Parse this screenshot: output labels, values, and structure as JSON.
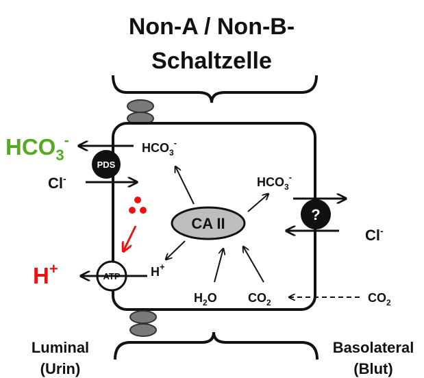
{
  "title": {
    "line1": "Non-A / Non-B-",
    "line2": "Schaltzelle"
  },
  "transporters": {
    "pds": "PDS",
    "atp": "ATP",
    "unknown": "?"
  },
  "enzyme": "CA II",
  "labels": {
    "hco3_base": "HCO",
    "sub3": "3",
    "minus": "-",
    "plus": "+",
    "cl": "Cl",
    "h": "H",
    "h2o_h": "H",
    "sub2": "2",
    "h2o_o": "O",
    "co2_c": "CO"
  },
  "sides": {
    "luminal_line1": "Luminal",
    "luminal_line2": "(Urin)",
    "basolateral_line1": "Basolateral",
    "basolateral_line2": "(Blut)"
  },
  "colors": {
    "green": "#55aa22",
    "red": "#ee1111",
    "black": "#111111",
    "grey": "#bdbdbd",
    "junction": "#7a7a7a"
  }
}
